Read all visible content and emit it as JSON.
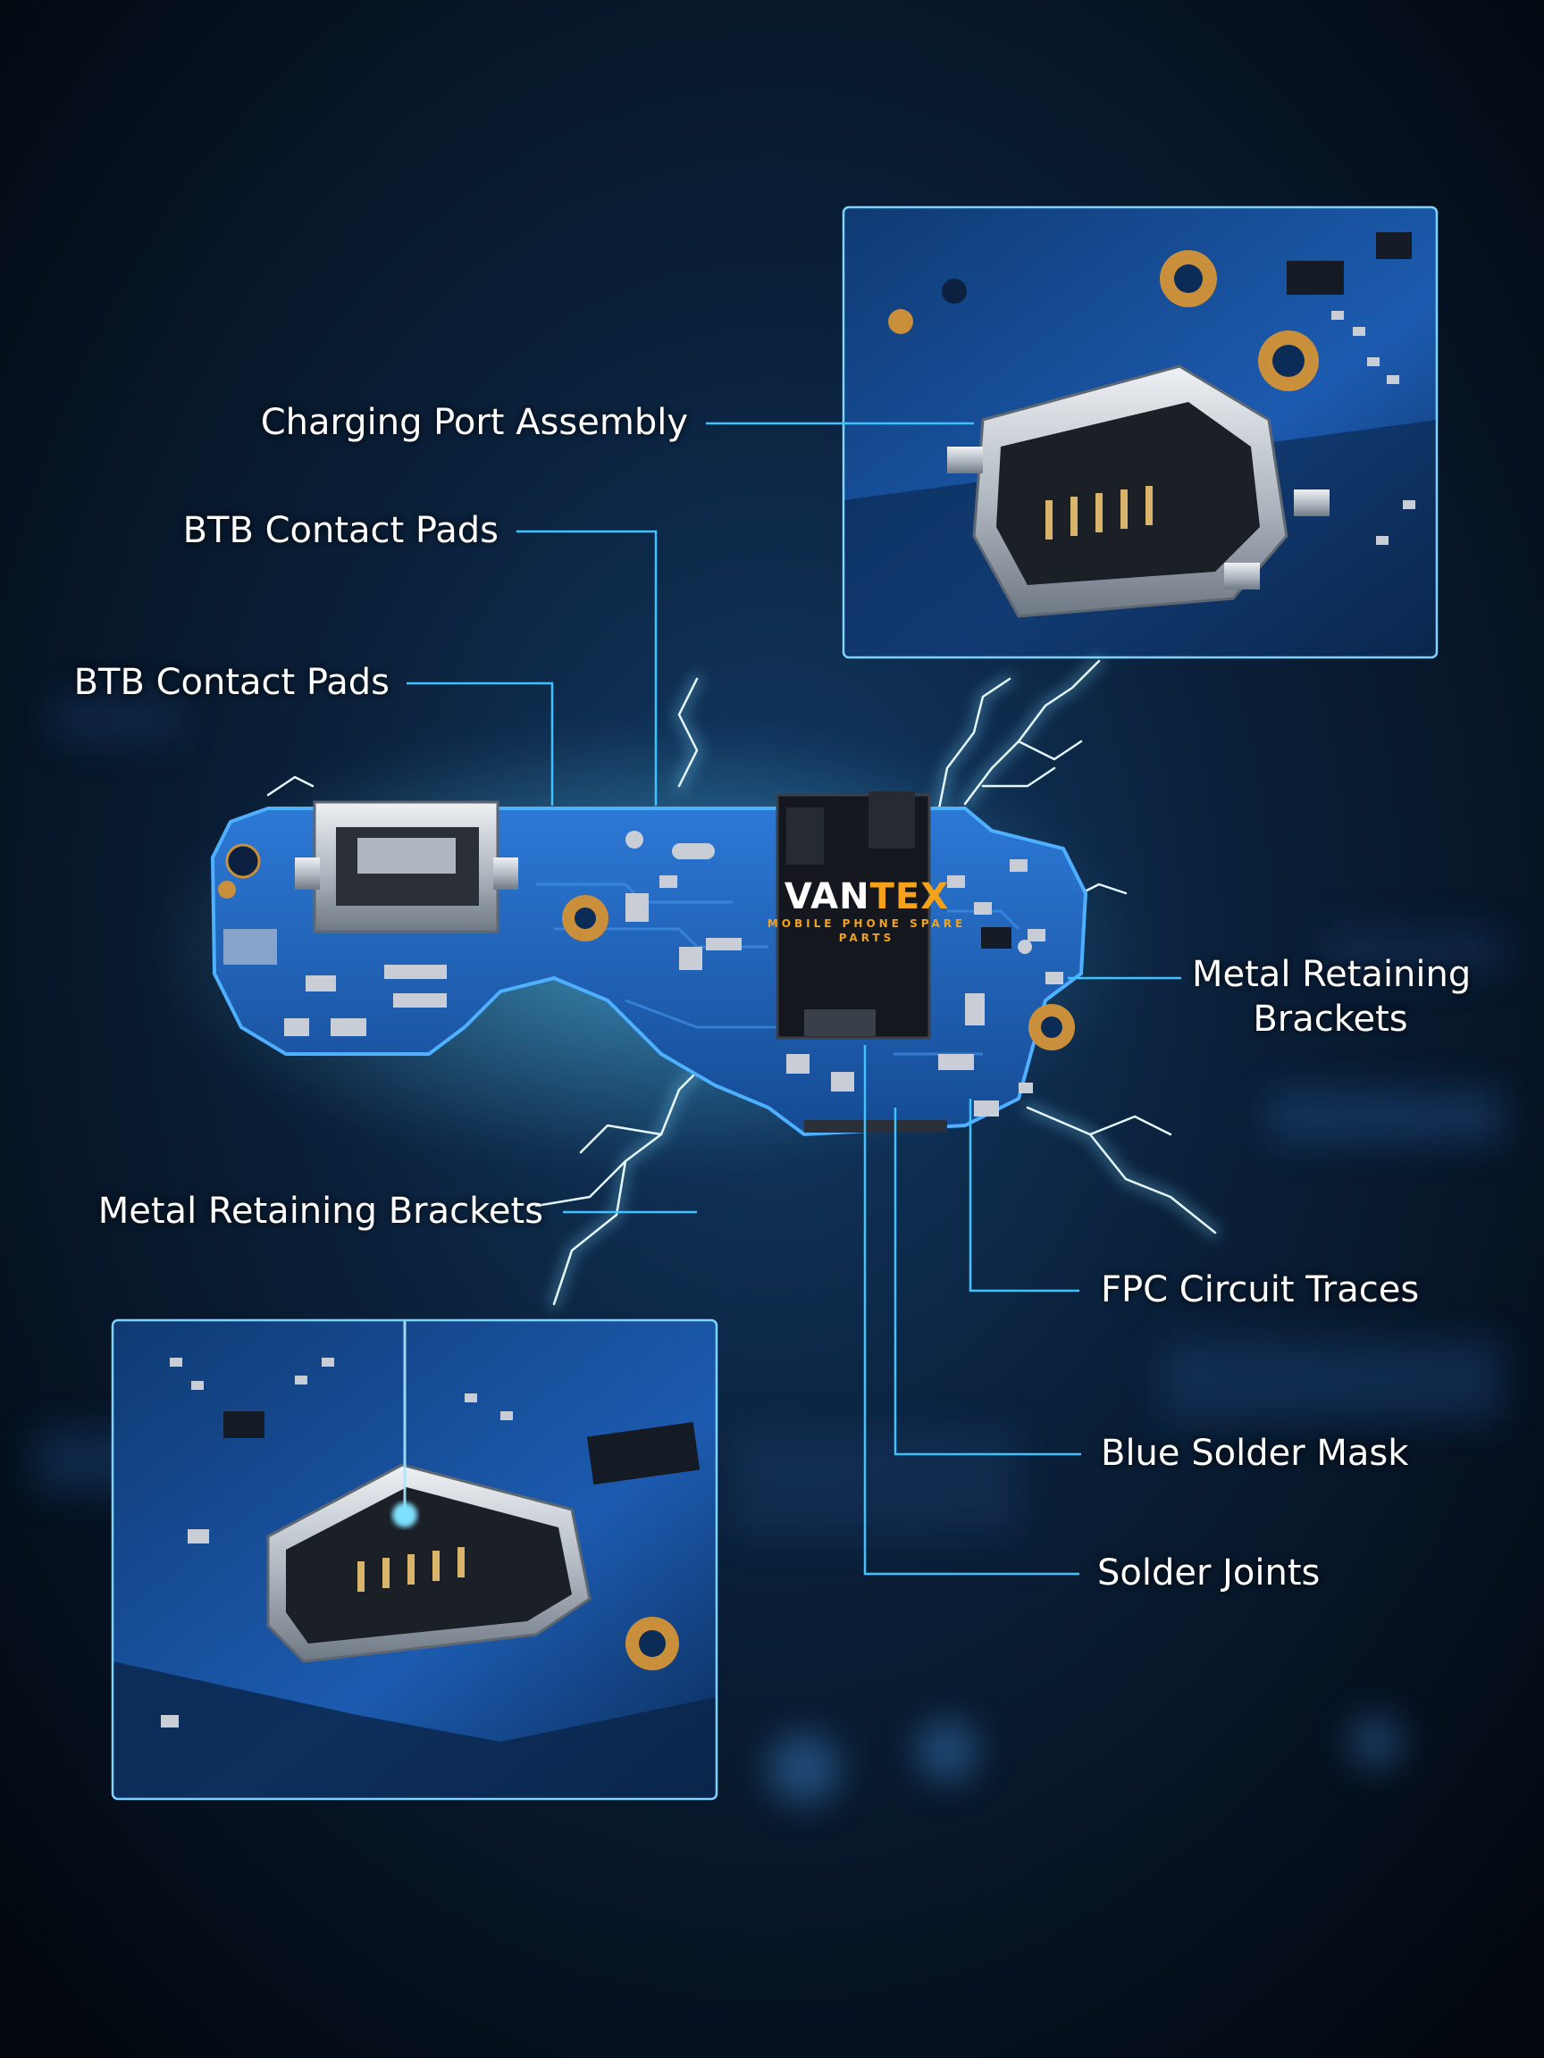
{
  "callouts": {
    "charging_port": "Charging Port Assembly",
    "btb_upper": "BTB Contact Pads",
    "btb_lower": "BTB Contact Pads",
    "metal_right_line1": "Metal Retaining",
    "metal_right_line2": "Brackets",
    "metal_left": "Metal Retaining Brackets",
    "fpc_traces": "FPC Circuit Traces",
    "solder_mask": "Blue Solder Mask",
    "solder_joints": "Solder Joints"
  },
  "brand": {
    "name_white": "VAN",
    "name_orange": "TEX",
    "tagline": "MOBILE PHONE SPARE PARTS"
  },
  "colors": {
    "background": "#050d18",
    "pcb_blue": "#1d5fb4",
    "leader_line": "#3fc3ff",
    "brand_orange": "#f3a21a",
    "text": "#ffffff"
  }
}
